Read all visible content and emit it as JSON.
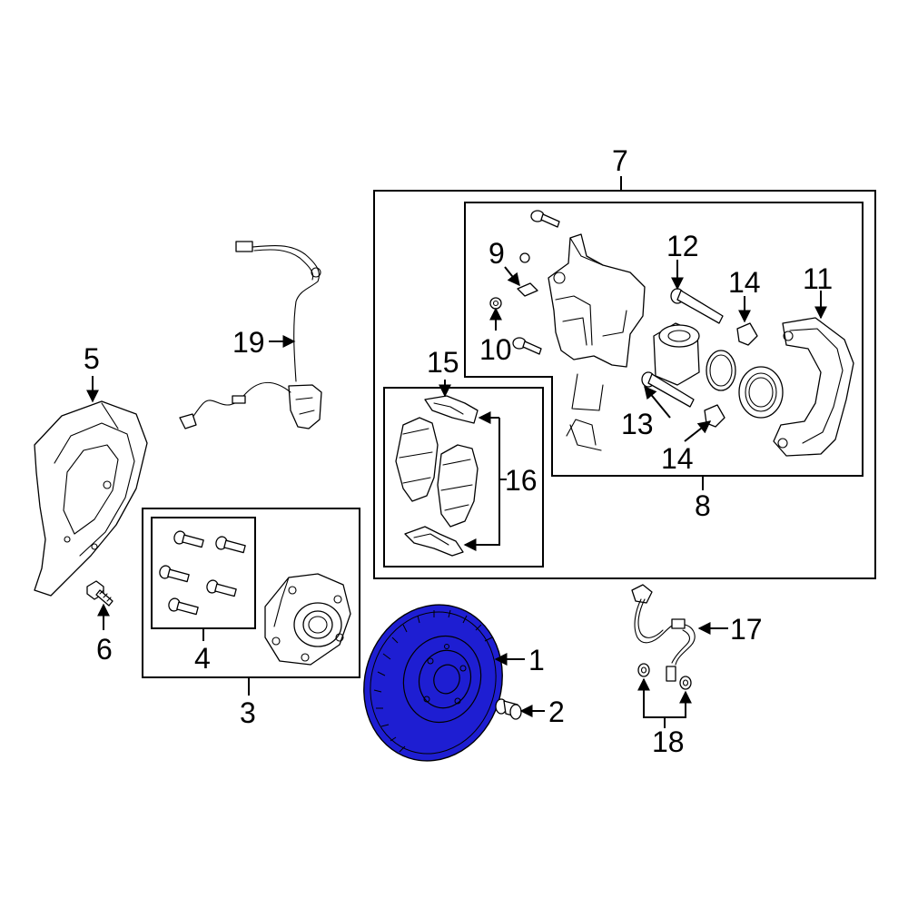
{
  "colors": {
    "line": "#000000",
    "background": "#ffffff",
    "highlight": "#1e1ed2"
  },
  "callouts": {
    "c1": "1",
    "c2": "2",
    "c3": "3",
    "c4": "4",
    "c5": "5",
    "c6": "6",
    "c7": "7",
    "c8": "8",
    "c9": "9",
    "c10": "10",
    "c11": "11",
    "c12": "12",
    "c13": "13",
    "c14a": "14",
    "c14b": "14",
    "c15": "15",
    "c16": "16",
    "c17": "17",
    "c18": "18",
    "c19": "19"
  }
}
